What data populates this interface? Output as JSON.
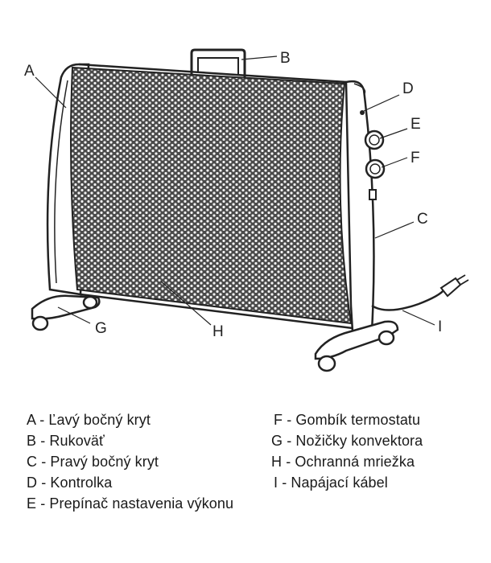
{
  "callouts": {
    "A": "A",
    "B": "B",
    "C": "C",
    "D": "D",
    "E": "E",
    "F": "F",
    "G": "G",
    "H": "H",
    "I": "I"
  },
  "legend": [
    {
      "text": "A - Ľavý bočný kryt"
    },
    {
      "text": "B - Rukoväť"
    },
    {
      "text": "C - Pravý bočný kryt"
    },
    {
      "text": "D - Kontrolka"
    },
    {
      "text": "E - Prepínač nastavenia výkonu"
    },
    {
      "text": "F - Gombík termostatu"
    },
    {
      "text": "G - Nožičky konvektora"
    },
    {
      "text": "H - Ochranná mriežka"
    },
    {
      "text": "I  - Napájací kábel"
    }
  ],
  "colors": {
    "line": "#222222",
    "grille": "#555555",
    "grille_bg": "#3a3a3a"
  }
}
